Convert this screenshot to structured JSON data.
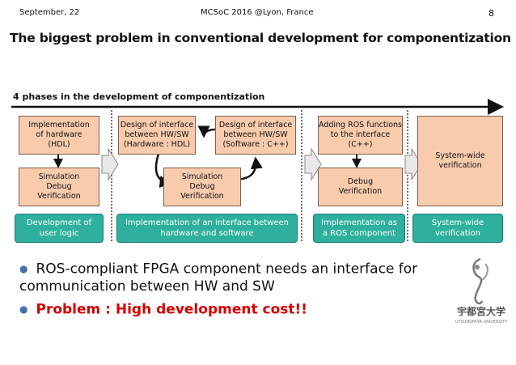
{
  "header": {
    "date": "September, 22",
    "conference": "MCSoC 2016 @Lyon, France",
    "page_number": "8"
  },
  "title": "The biggest problem in conventional development for componentization",
  "phase_label": "4 phases in the development of componentization",
  "boxes": {
    "impl_hw": "Implementation\nof hardware\n(HDL)",
    "sim1": "Simulation\nDebug\nVerification",
    "design_hw": "Design of interface\nbetween HW/SW\n(Hardware : HDL)",
    "sim2": "Simulation\nDebug\nVerification",
    "design_sw": "Design of interface\nbetween HW/SW\n(Software : C++)",
    "adding_ros": "Adding ROS functions\nto the interface\n(C++)",
    "debug": "Debug\nVerification",
    "system_wide": "System-wide\nverification"
  },
  "phases": {
    "p1": "Development of\nuser logic",
    "p2": "Implementation of an interface between\nhardware and software",
    "p3": "Implementation as\na ROS component",
    "p4": "System-wide\nverification"
  },
  "bullets": {
    "b1": "ROS-compliant FPGA component needs an interface for communication between HW and SW",
    "b2": "Problem : High development cost!!"
  },
  "logo": {
    "name": "宇都宮大学",
    "sub": "UTSUNOMIYA UNIVERSITY"
  },
  "colors": {
    "box_fill": "#f8cbad",
    "phase_fill": "#2fb09f",
    "problem_red": "#d40000"
  }
}
